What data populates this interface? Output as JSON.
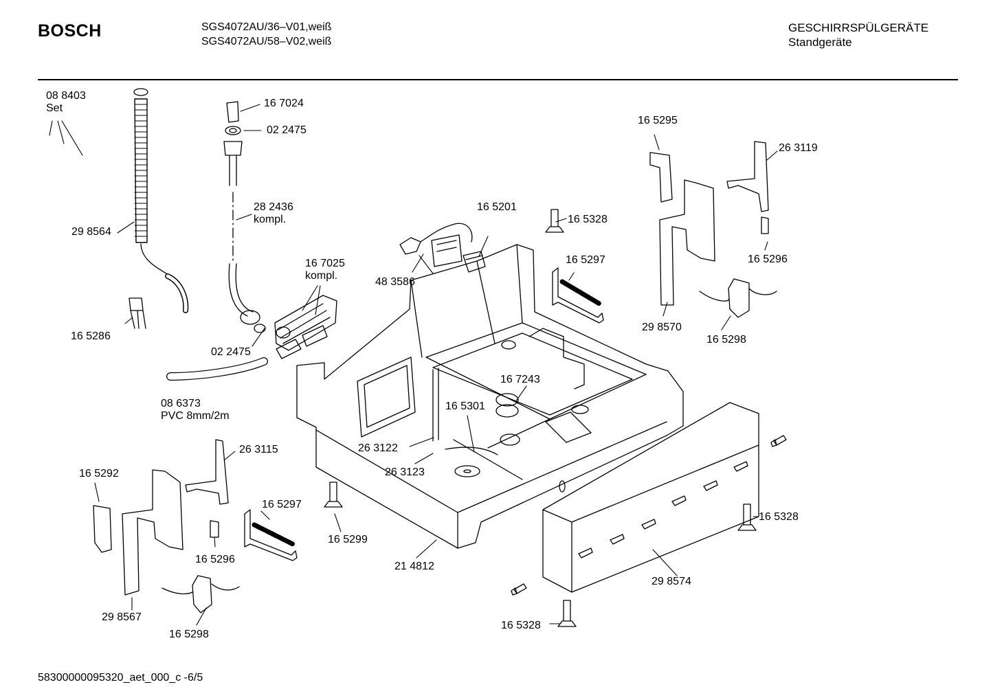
{
  "header": {
    "brand": "BOSCH",
    "model_line_1": "SGS4072AU/36–V01,weiß",
    "model_line_2": "SGS4072AU/58–V02,weiß",
    "category_line_1": "GESCHIRRSPÜLGERÄTE",
    "category_line_2": "Standgeräte"
  },
  "footer": {
    "document_id": "58300000095320_aet_000_c  -6/5"
  },
  "parts": [
    {
      "id": "p1",
      "lines": [
        "08 8403",
        "Set"
      ]
    },
    {
      "id": "p2",
      "lines": [
        "16 7024"
      ]
    },
    {
      "id": "p3",
      "lines": [
        "02 2475"
      ]
    },
    {
      "id": "p4",
      "lines": [
        "28 2436",
        "kompl."
      ]
    },
    {
      "id": "p5",
      "lines": [
        "29 8564"
      ]
    },
    {
      "id": "p6",
      "lines": [
        "16 7025",
        "kompl."
      ]
    },
    {
      "id": "p7",
      "lines": [
        "16 5286"
      ]
    },
    {
      "id": "p8",
      "lines": [
        "02 2475"
      ]
    },
    {
      "id": "p9",
      "lines": [
        "08 6373",
        "PVC 8mm/2m"
      ]
    },
    {
      "id": "p10",
      "lines": [
        "48 3586"
      ]
    },
    {
      "id": "p11",
      "lines": [
        "16 5201"
      ]
    },
    {
      "id": "p12",
      "lines": [
        "16 5328"
      ]
    },
    {
      "id": "p13",
      "lines": [
        "16 5297"
      ]
    },
    {
      "id": "p14",
      "lines": [
        "16 5295"
      ]
    },
    {
      "id": "p15",
      "lines": [
        "26 3119"
      ]
    },
    {
      "id": "p16",
      "lines": [
        "16 5296"
      ]
    },
    {
      "id": "p17",
      "lines": [
        "29 8570"
      ]
    },
    {
      "id": "p18",
      "lines": [
        "16 5298"
      ]
    },
    {
      "id": "p19",
      "lines": [
        "16 7243"
      ]
    },
    {
      "id": "p20",
      "lines": [
        "16 5301"
      ]
    },
    {
      "id": "p21",
      "lines": [
        "26 3122"
      ]
    },
    {
      "id": "p22",
      "lines": [
        "26 3123"
      ]
    },
    {
      "id": "p23",
      "lines": [
        "26 3115"
      ]
    },
    {
      "id": "p24",
      "lines": [
        "16 5292"
      ]
    },
    {
      "id": "p25",
      "lines": [
        "16 5297"
      ]
    },
    {
      "id": "p26",
      "lines": [
        "16 5296"
      ]
    },
    {
      "id": "p27",
      "lines": [
        "29 8567"
      ]
    },
    {
      "id": "p28",
      "lines": [
        "16 5298"
      ]
    },
    {
      "id": "p29",
      "lines": [
        "16 5299"
      ]
    },
    {
      "id": "p30",
      "lines": [
        "21 4812"
      ]
    },
    {
      "id": "p31",
      "lines": [
        "16 5328"
      ]
    },
    {
      "id": "p32",
      "lines": [
        "29 8574"
      ]
    },
    {
      "id": "p33",
      "lines": [
        "16 5328"
      ]
    }
  ]
}
